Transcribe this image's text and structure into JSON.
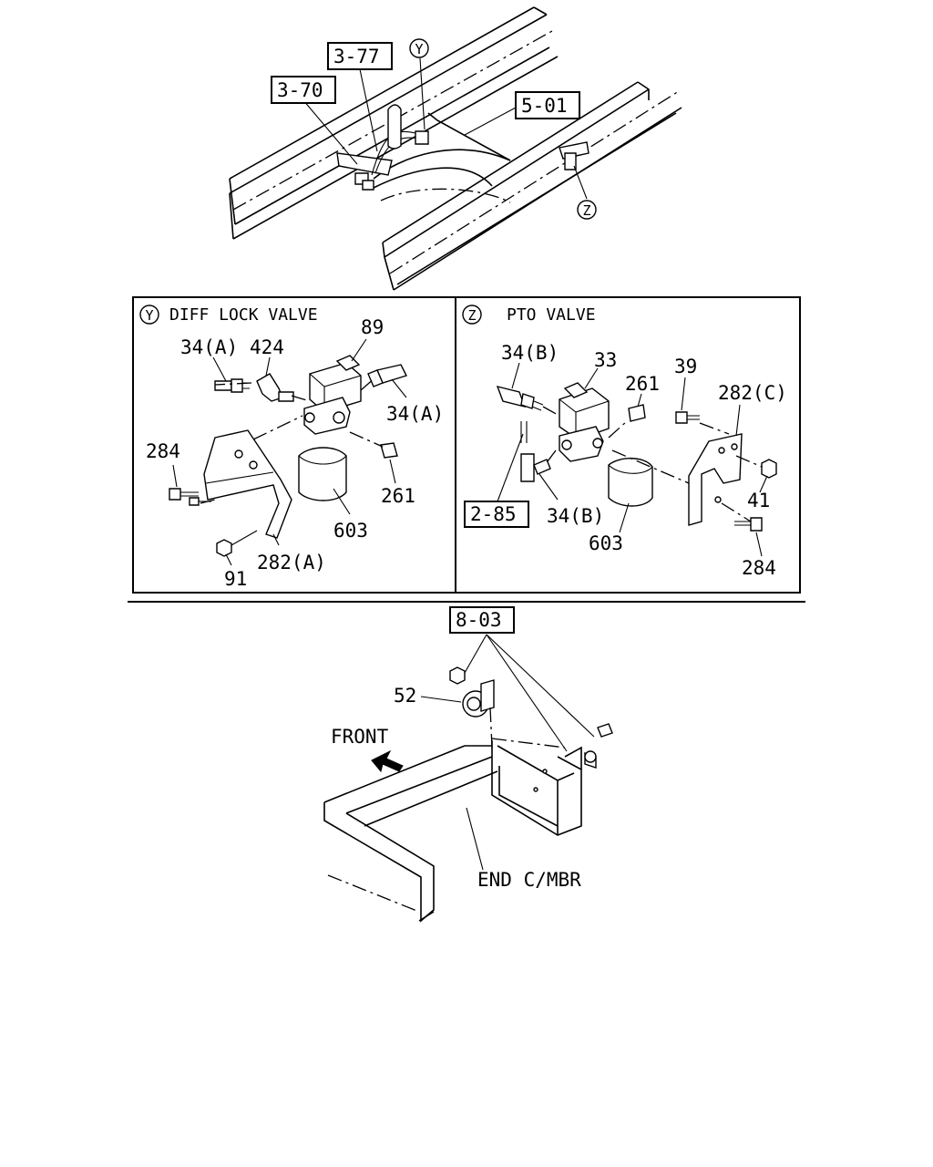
{
  "references": {
    "ref_3_77": "3-77",
    "ref_3_70": "3-70",
    "ref_5_01": "5-01",
    "ref_2_85": "2-85",
    "ref_8_03": "8-03"
  },
  "circle_markers": {
    "y": "Y",
    "z": "Z"
  },
  "panel_y": {
    "marker": "Y",
    "title": "DIFF LOCK VALVE",
    "labels": {
      "p89": "89",
      "p34a_left": "34(A)",
      "p424": "424",
      "p34a_right": "34(A)",
      "p284": "284",
      "p261": "261",
      "p603": "603",
      "p282a": "282(A)",
      "p91": "91"
    }
  },
  "panel_z": {
    "marker": "Z",
    "title": "PTO VALVE",
    "labels": {
      "p34b_top": "34(B)",
      "p33": "33",
      "p39": "39",
      "p261": "261",
      "p282c": "282(C)",
      "p34b_bottom": "34(B)",
      "p41": "41",
      "p603": "603",
      "p284": "284"
    }
  },
  "bottom": {
    "p52": "52",
    "front": "FRONT",
    "end_cmbr": "END C/MBR"
  }
}
